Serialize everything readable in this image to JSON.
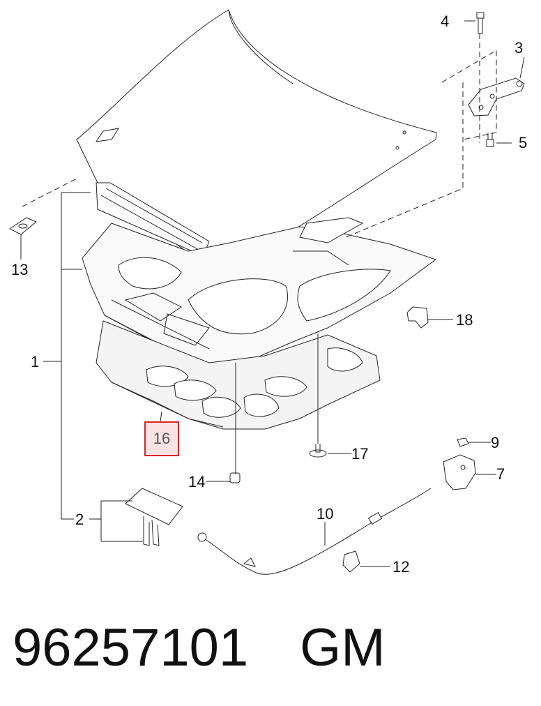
{
  "callouts": {
    "c1": "1",
    "c2": "2",
    "c3": "3",
    "c4": "4",
    "c5": "5",
    "c7": "7",
    "c9": "9",
    "c10": "10",
    "c12": "12",
    "c13": "13",
    "c14": "14",
    "c16": "16",
    "c17": "17",
    "c18": "18"
  },
  "footer": {
    "part_number": "96257101",
    "brand": "GM"
  },
  "colors": {
    "highlight_border": "#d9252a",
    "highlight_fill": "#fbe3e4",
    "line": "#222222"
  }
}
